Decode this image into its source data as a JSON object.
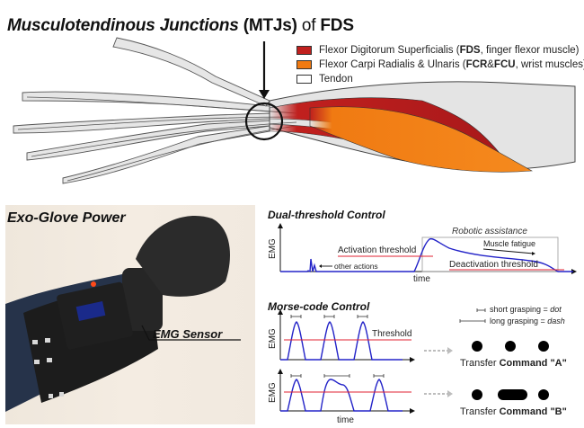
{
  "header": {
    "title_italic": "Musculotendinous Junctions",
    "title_abbrev": "(MTJs)",
    "title_of": "of",
    "title_muscle": "FDS"
  },
  "legend": {
    "items": [
      {
        "pre": "Flexor Digitorum Superficialis (",
        "bold1": "FDS",
        "post": ", finger flexor muscle)",
        "color": "#c0201e"
      },
      {
        "pre": "Flexor Carpi Radialis & Ulnaris (",
        "bold1": "FCR",
        "mid": " & ",
        "bold2": "FCU",
        "post": ", wrist muscles)",
        "color": "#f07a12"
      },
      {
        "pre": "Tendon",
        "color": "#ffffff"
      }
    ]
  },
  "colors": {
    "fds": "#c0201e",
    "fcr_fcu": "#f07a12",
    "bone": "#e2e2e2",
    "signal": "#2323c8",
    "threshold": "#e02030",
    "arrow_gray": "#bdbdbd"
  },
  "photo": {
    "title": "Exo-Glove Power",
    "sensor_label": "EMG Sensor"
  },
  "dual_threshold": {
    "title": "Dual-threshold Control",
    "ylabel": "EMG",
    "xlabel": "time",
    "activation_label": "Activation threshold",
    "deactivation_label": "Deactivation threshold",
    "assist_label": "Robotic assistance",
    "fatigue_label": "Muscle fatigue",
    "other_label": "other actions"
  },
  "morse": {
    "title": "Morse-code Control",
    "ylabel": "EMG",
    "xlabel": "time",
    "threshold_label": "Threshold",
    "short_legend_pre": "short grasping = ",
    "short_legend_em": "dot",
    "long_legend_pre": "long  grasping = ",
    "long_legend_em": "dash",
    "command_a": {
      "pre": "Transfer ",
      "bold": "Command \"A\"",
      "code": [
        "dot",
        "dot",
        "dot"
      ]
    },
    "command_b": {
      "pre": "Transfer ",
      "bold": "Command \"B\"",
      "code": [
        "dot",
        "dash",
        "dot"
      ]
    }
  }
}
